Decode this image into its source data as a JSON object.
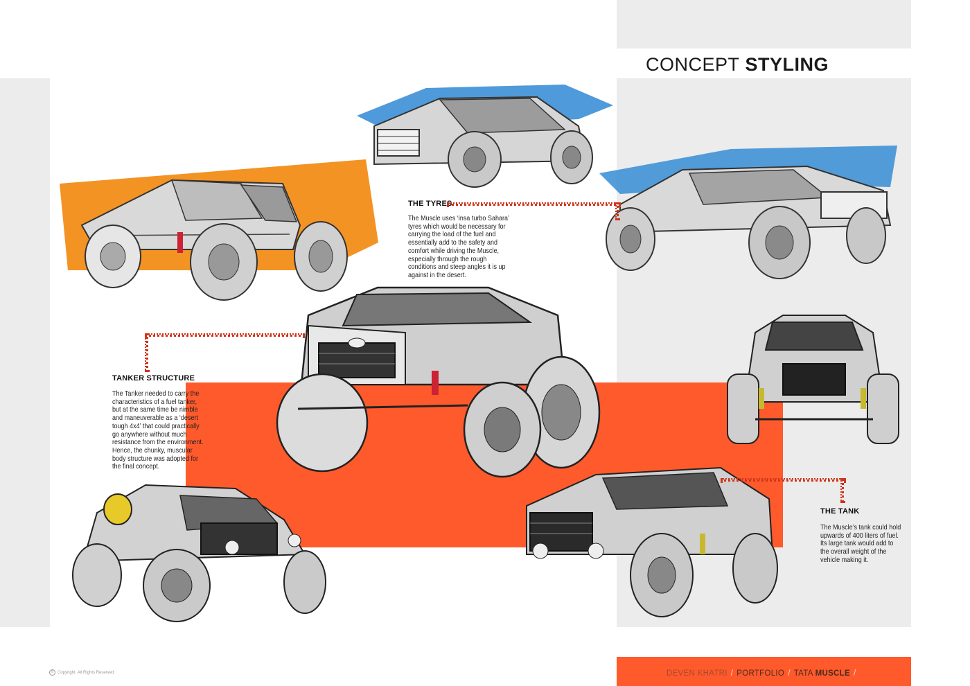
{
  "page": {
    "title_light": "CONCEPT",
    "title_bold": "STYLING"
  },
  "sections": {
    "tyres": {
      "heading": "THE TYRES",
      "lines": [
        "The Muscle uses ‘insa turbo Sahara’",
        "tyres which would be necessary for",
        "carrying the load of the fuel and",
        "essentially add to the safety and",
        "comfort while driving the Muscle,",
        "especially through the rough",
        "conditions and steep angles it is up",
        "against in the desert."
      ]
    },
    "tanker": {
      "heading": "TANKER STRUCTURE",
      "lines": [
        "The Tanker needed to carry the",
        "characteristics of a fuel tanker,",
        "but at the same time be nimble",
        "and maneuverable as a ‘desert",
        "tough 4x4’ that could practically",
        "go anywhere without much",
        "resistance from the environment.",
        "Hence, the chunky, muscular",
        "body structure was adopted for",
        "the final concept."
      ]
    },
    "tank": {
      "heading": "THE TANK",
      "lines": [
        "The Muscle’s tank could hold",
        "upwards of 400 liters of fuel.",
        "Its large tank would add to",
        "the overall weight of the",
        "vehicle making it."
      ]
    }
  },
  "footer": {
    "name": "DEVEN KHATRI",
    "portfolio": "PORTFOLIO",
    "project_light": "TATA",
    "project_bold": "MUSCLE",
    "sep": "/",
    "copyright": "Copyright. All Rights Reserved"
  },
  "colors": {
    "accent": "#ff5a2c",
    "panel_grey": "#ececec",
    "sketch_orange": "#f28a10",
    "sketch_blue": "#3b8fd6"
  }
}
